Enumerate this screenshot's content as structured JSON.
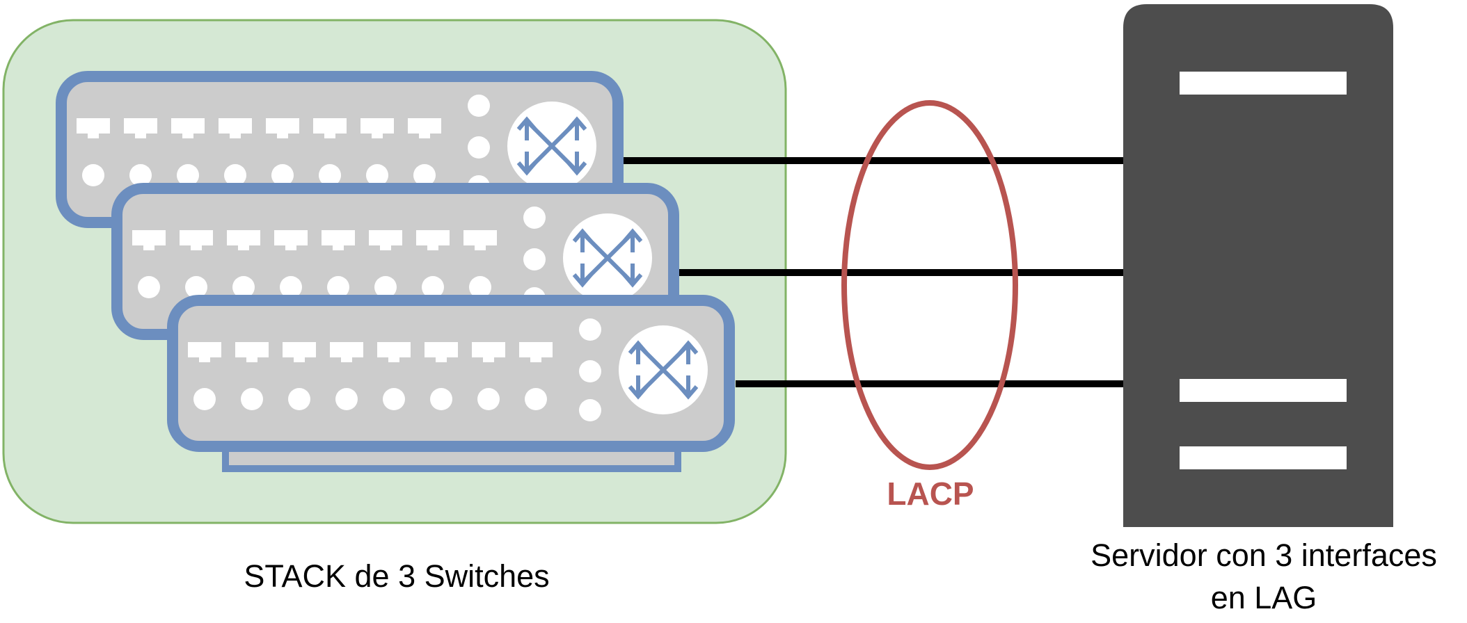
{
  "labels": {
    "stack": "STACK de 3 Switches",
    "lacp": "LACP",
    "server_line1": "Servidor con 3 interfaces",
    "server_line2": "en LAG"
  },
  "stack": {
    "switch_count": 3,
    "ports_per_row": 8
  },
  "server": {
    "slot_count": 3,
    "interfaces": 3
  },
  "links": {
    "count": 3
  },
  "icons": {
    "switch": "network-switch-icon",
    "switch_symbol": "crossed-arrows-icon",
    "server": "server-tower-icon",
    "lag_ellipse": "lacp-ellipse"
  },
  "colors": {
    "stack_fill": "#d5e8d4",
    "stack_border": "#82b366",
    "switch_body": "#cccccc",
    "switch_border": "#6c8ebf",
    "port": "#ffffff",
    "server": "#4d4d4d",
    "lacp": "#b85450",
    "link": "#000000"
  }
}
